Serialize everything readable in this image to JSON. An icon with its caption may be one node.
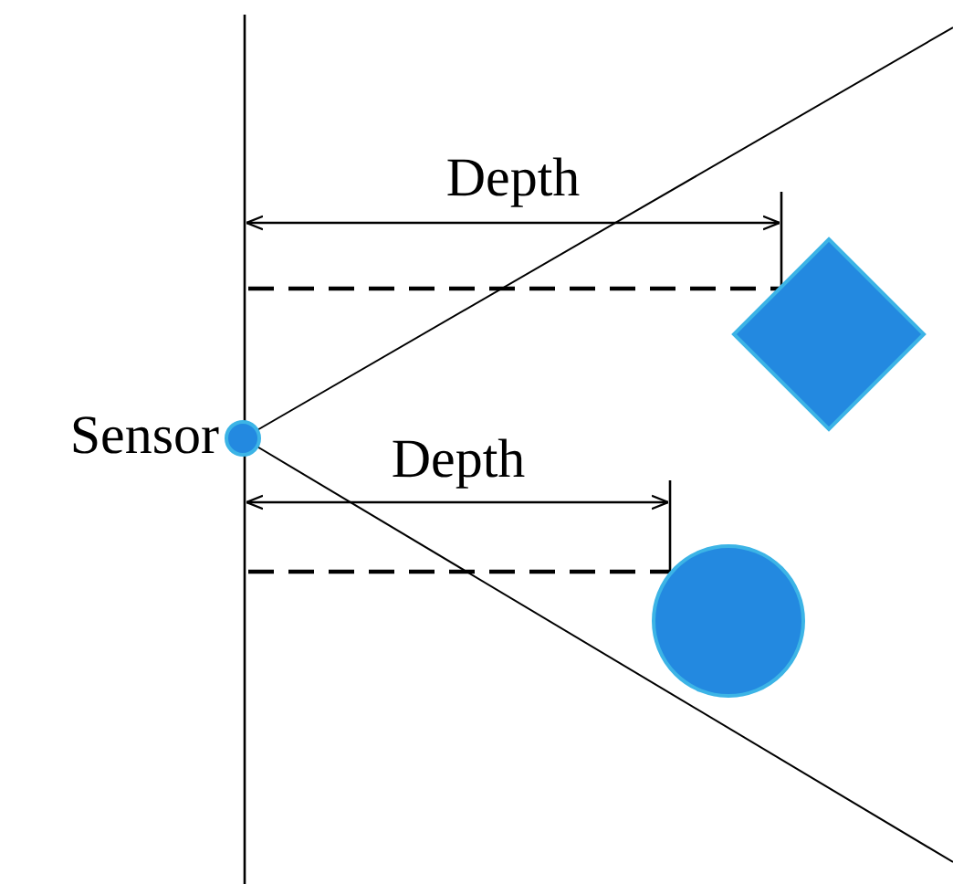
{
  "diagram": {
    "nodes": [
      {
        "text": [],
        "shape": "circle",
        "beside": [
          "Sensor"
        ]
      },
      {
        "text": [],
        "shape": "diamond"
      },
      {
        "text": [],
        "shape": "circle"
      }
    ],
    "labels": [
      "Depth",
      "Depth"
    ]
  }
}
